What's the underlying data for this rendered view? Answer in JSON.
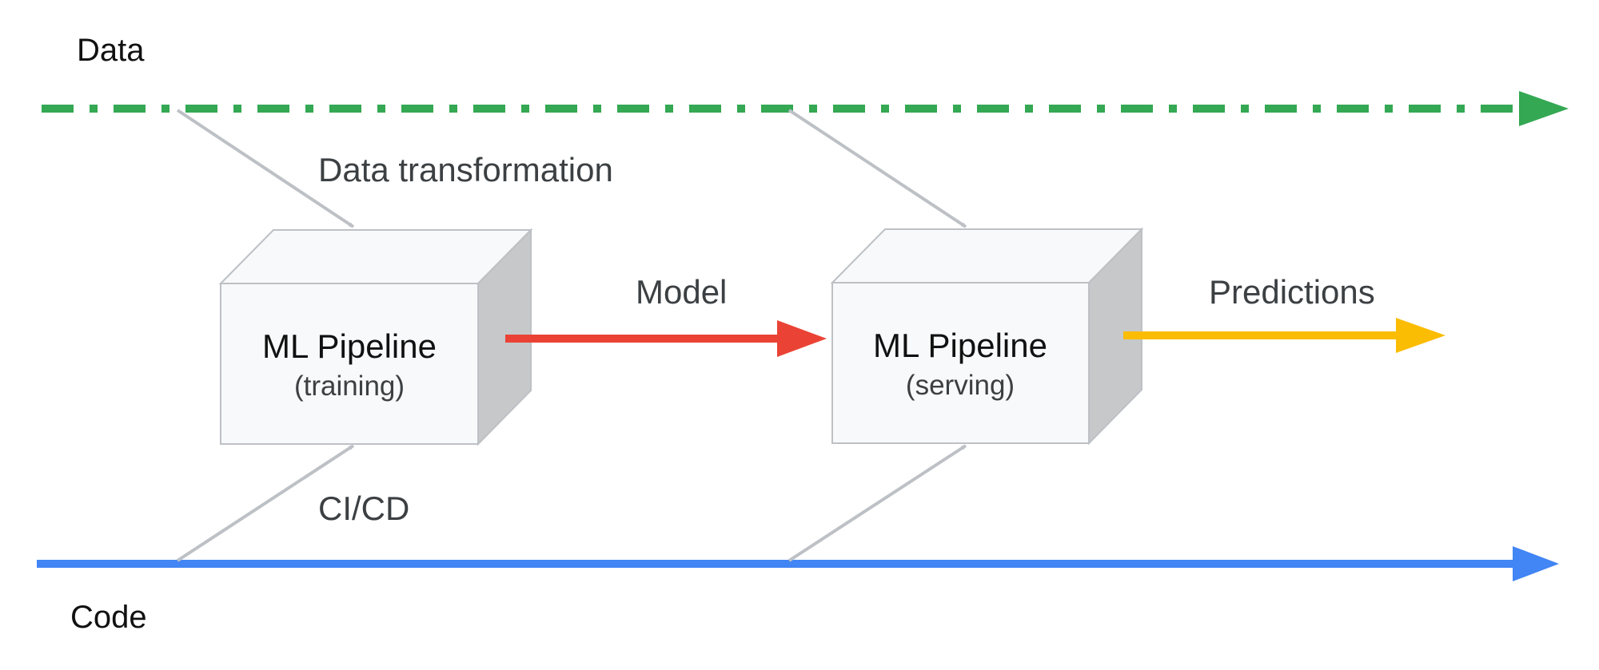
{
  "labels": {
    "data": "Data",
    "code": "Code",
    "data_transformation": "Data transformation",
    "model": "Model",
    "cicd": "CI/CD",
    "predictions": "Predictions"
  },
  "boxes": {
    "training": {
      "title": "ML Pipeline",
      "subtitle": "(training)"
    },
    "serving": {
      "title": "ML Pipeline",
      "subtitle": "(serving)"
    }
  },
  "colors": {
    "data_line": "#34a853",
    "code_line": "#4285f4",
    "model_arrow": "#ea4335",
    "predictions_arrow": "#fbbc04",
    "connector": "#bdc1c6",
    "box_front": "#f8f9fa",
    "box_side": "#c6c8c9",
    "box_border": "#bdc1c6"
  }
}
